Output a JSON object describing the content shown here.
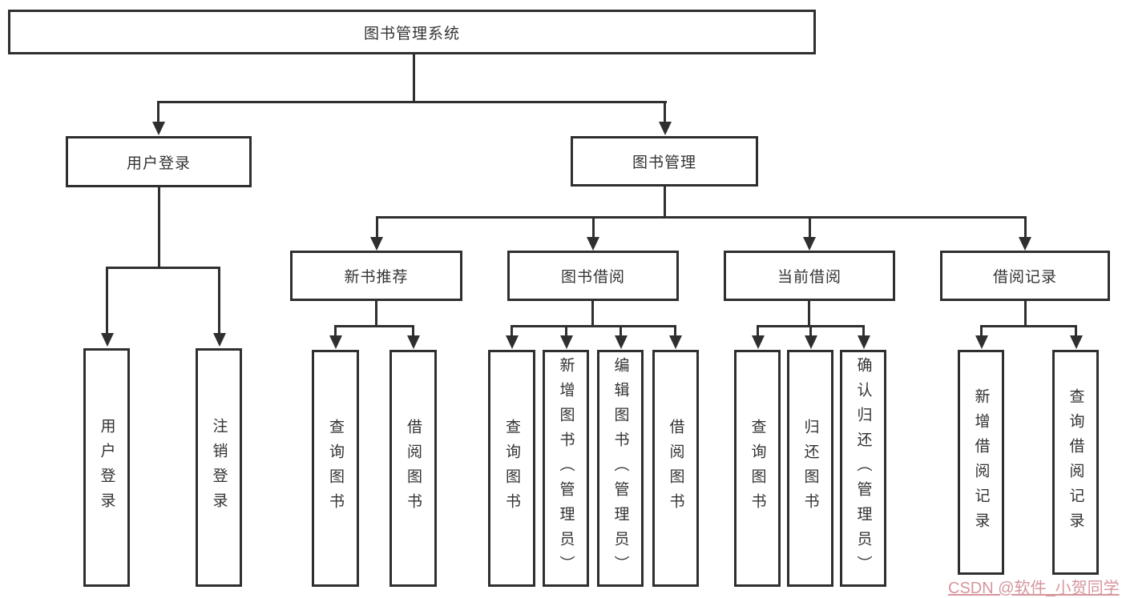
{
  "title": "图书管理系统",
  "level2": {
    "user_login": "用户登录",
    "book_mgmt": "图书管理"
  },
  "level3": {
    "new_books": "新书推荐",
    "borrow": "图书借阅",
    "current": "当前借阅",
    "records": "借阅记录"
  },
  "level4": {
    "user_login": [
      "用户登录",
      "注销登录"
    ],
    "new_books": [
      "查询图书",
      "借阅图书"
    ],
    "borrow": [
      "查询图书",
      "新增图书（管理员）",
      "编辑图书（管理员）",
      "借阅图书"
    ],
    "current": [
      "查询图书",
      "归还图书",
      "确认归还（管理员）"
    ],
    "records": [
      "新增借阅记录",
      "查询借阅记录"
    ]
  },
  "watermark": {
    "text": "CSDN @软件_小贺同学",
    "color": "#d6959c"
  },
  "colors": {
    "line": "#2f2f2f",
    "text": "#333333",
    "box_fill": "#ffffff",
    "page_bg": "#ffffff"
  }
}
